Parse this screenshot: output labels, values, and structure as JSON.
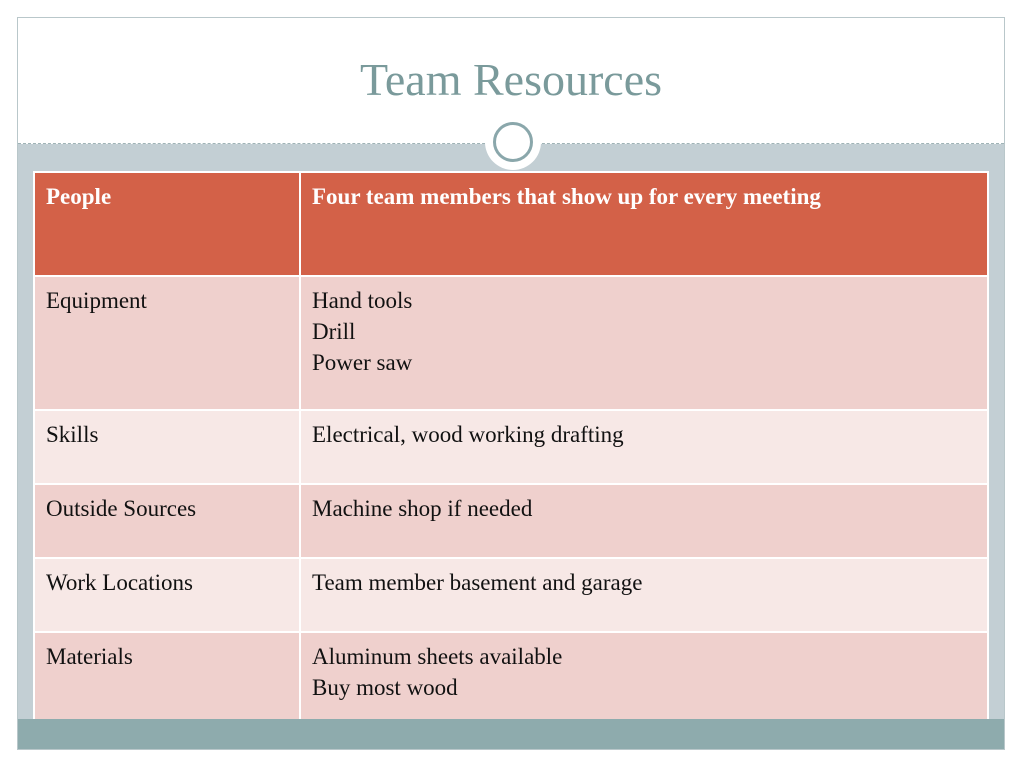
{
  "slide": {
    "title": "Team Resources"
  },
  "table": {
    "header": {
      "label": "People",
      "value": "Four team members that show up for every meeting"
    },
    "rows": [
      {
        "label": "Equipment",
        "lines": [
          "Hand tools",
          "Drill",
          "Power saw"
        ]
      },
      {
        "label": "Skills",
        "lines": [
          "Electrical, wood working drafting"
        ]
      },
      {
        "label": "Outside Sources",
        "lines": [
          "Machine shop if needed"
        ]
      },
      {
        "label": "Work Locations",
        "lines": [
          "Team member basement and garage"
        ]
      },
      {
        "label": "Materials",
        "lines": [
          "Aluminum sheets available",
          "Buy most wood"
        ]
      }
    ]
  },
  "colors": {
    "title": "#7a9a9b",
    "header_fill": "#d36148",
    "row_dark": "#efd0cd",
    "row_light": "#f7e8e6",
    "frame_band": "#8eabad"
  }
}
